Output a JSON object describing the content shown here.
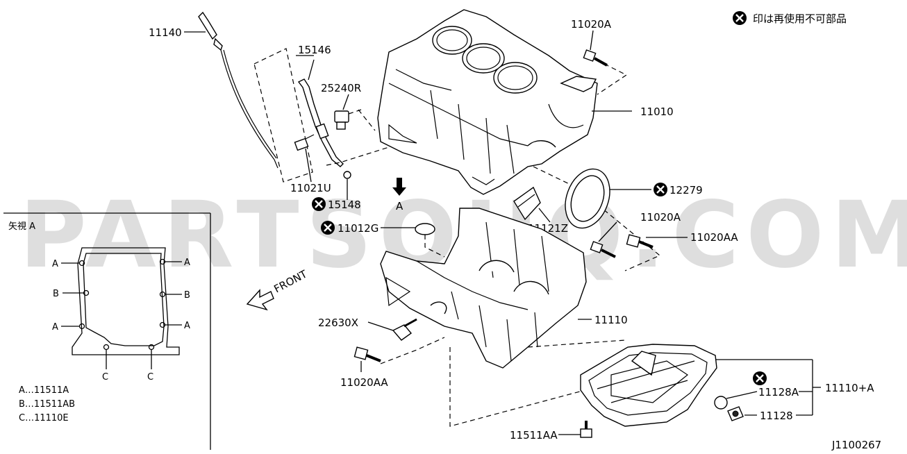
{
  "note": "印は再使用不可部品",
  "watermark": "PARTSOUQ.COM",
  "diagram_code": "J1100267",
  "front_label": "FRONT",
  "arrow_label": "A",
  "inset": {
    "title": "矢視 A",
    "points_left": [
      "A",
      "B",
      "A"
    ],
    "points_right": [
      "A",
      "B",
      "A"
    ],
    "points_bottom": [
      "C",
      "C"
    ],
    "legend": [
      "A…11511A",
      "B…11511AB",
      "C…11110E"
    ]
  },
  "parts": {
    "p11140": "11140",
    "p15146": "15146",
    "p25240R": "25240R",
    "p11021U": "11021U",
    "p15148": "15148",
    "p11020A_top": "11020A",
    "p11010": "11010",
    "p12279": "12279",
    "p11121Z": "11121Z",
    "p11012G": "11012G",
    "p11020A_mid": "11020A",
    "p11020AA_mid": "11020AA",
    "p11110": "11110",
    "p22630X": "22630X",
    "p11020AA_bot": "11020AA",
    "p11128A": "11128A",
    "p11128": "11128",
    "p11110A": "11110+A",
    "p11511AA": "11511AA"
  }
}
